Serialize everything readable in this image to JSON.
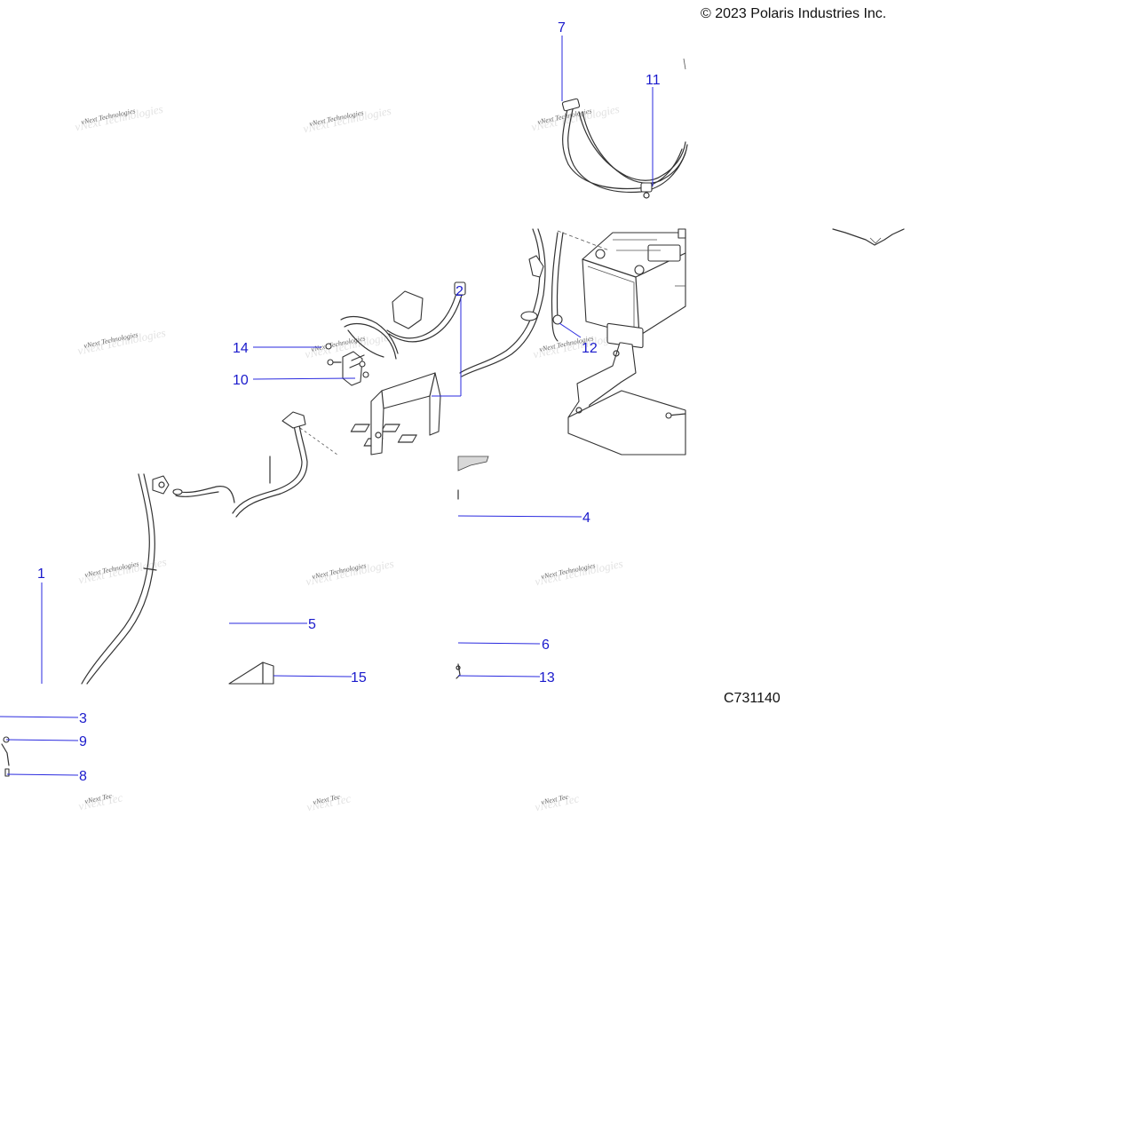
{
  "copyright": "© 2023 Polaris Industries Inc.",
  "drawing_id": "C731140",
  "watermark": {
    "text": "vNext Technologies",
    "truncated": "vNext Tec"
  },
  "callouts": [
    {
      "id": "c1",
      "label": "1"
    },
    {
      "id": "c2",
      "label": "2"
    },
    {
      "id": "c3",
      "label": "3"
    },
    {
      "id": "c4",
      "label": "4"
    },
    {
      "id": "c5",
      "label": "5"
    },
    {
      "id": "c6",
      "label": "6"
    },
    {
      "id": "c7",
      "label": "7"
    },
    {
      "id": "c8",
      "label": "8"
    },
    {
      "id": "c9",
      "label": "9"
    },
    {
      "id": "c10",
      "label": "10"
    },
    {
      "id": "c11",
      "label": "11"
    },
    {
      "id": "c12",
      "label": "12"
    },
    {
      "id": "c13",
      "label": "13"
    },
    {
      "id": "c14",
      "label": "14"
    },
    {
      "id": "c15",
      "label": "15"
    }
  ],
  "colors": {
    "callout": "#1a1acc",
    "line_art": "#333333",
    "watermark": "#666666"
  }
}
